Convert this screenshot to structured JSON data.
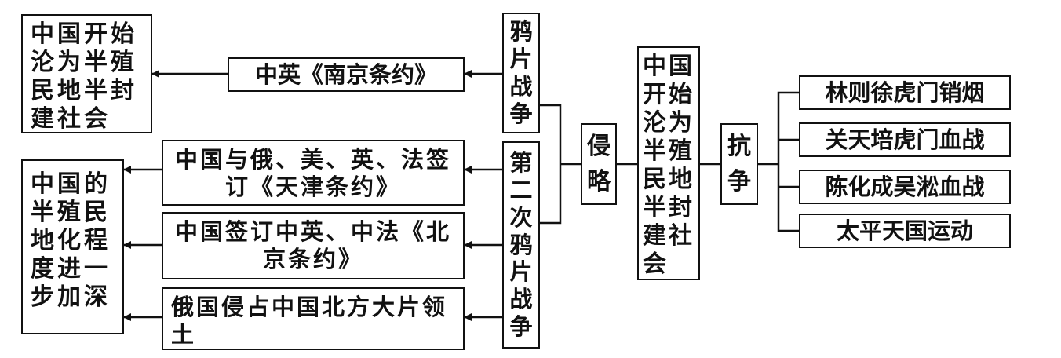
{
  "result_left_top": "中国开始沦为半殖民地半封建社会",
  "treaty_nanjing": "中英《南京条约》",
  "war1": "鸦片战争",
  "war2": "第二次鸦片战争",
  "treaty_tianjin": "中国与俄、美、英、法签订《天津条约》",
  "treaty_beijing": "中国签订中英、中法《北京条约》",
  "russia_land": "俄国侵占中国北方大片领土",
  "result_left_bottom": "中国的半殖民地化程度进一步加深",
  "invasion": "侵略",
  "center_result": "中国开始沦为半殖民地半封建社会",
  "resistance": "抗争",
  "resist_items": [
    "林则徐虎门销烟",
    "关天培虎门血战",
    "陈化成吴淞血战",
    "太平天国运动"
  ]
}
